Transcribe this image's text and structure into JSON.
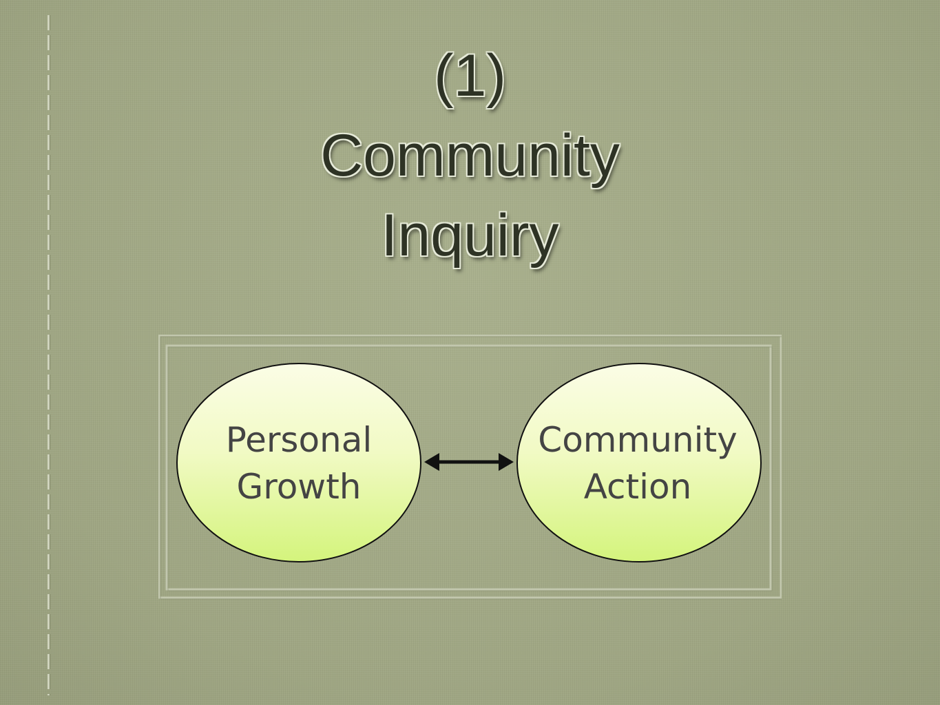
{
  "slide": {
    "title_lines": [
      "(1)",
      "Community",
      "Inquiry"
    ]
  },
  "diagram": {
    "nodes": [
      {
        "id": "personal-growth",
        "lines": [
          "Personal",
          "Growth"
        ]
      },
      {
        "id": "community-action",
        "lines": [
          "Community",
          "Action"
        ]
      }
    ],
    "connector": "bidirectional-arrow",
    "colors": {
      "node_fill_top": "#fbfde6",
      "node_fill_bottom": "#d4f47c",
      "node_stroke": "#111111",
      "label_text": "#444444",
      "frame_stroke": "#c2c7ae"
    }
  }
}
